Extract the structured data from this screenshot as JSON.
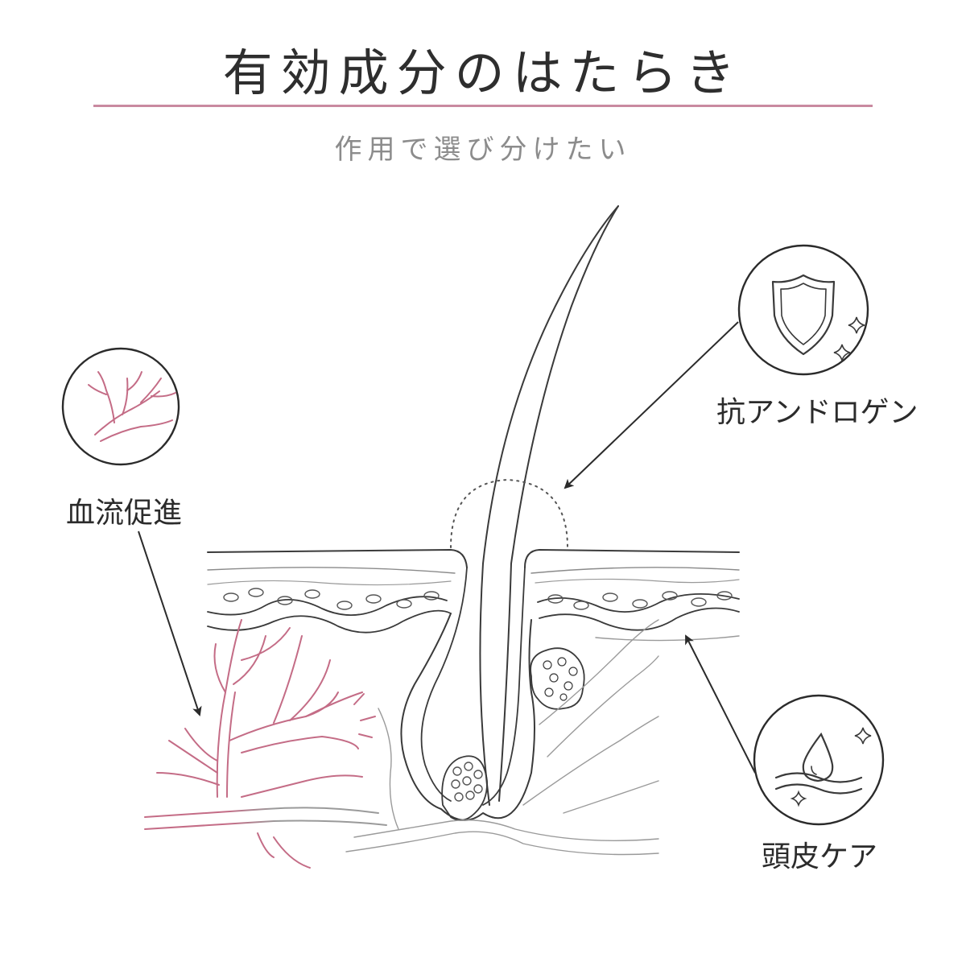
{
  "header": {
    "title": "有効成分のはたらき",
    "subtitle": "作用で選び分けたい"
  },
  "callouts": {
    "blood_flow": {
      "label": "血流促進",
      "icon": "capillary-icon"
    },
    "anti_androgen": {
      "label": "抗アンドロゲン",
      "icon": "shield-icon"
    },
    "scalp_care": {
      "label": "頭皮ケア",
      "icon": "water-drop-icon"
    }
  },
  "colors": {
    "accent_pink": "#c98aa0",
    "vessel_pink": "#c46c86",
    "line_dark": "#3a3a3a",
    "line_gray": "#9a9a9a",
    "subtitle_gray": "#8c8c8c"
  }
}
